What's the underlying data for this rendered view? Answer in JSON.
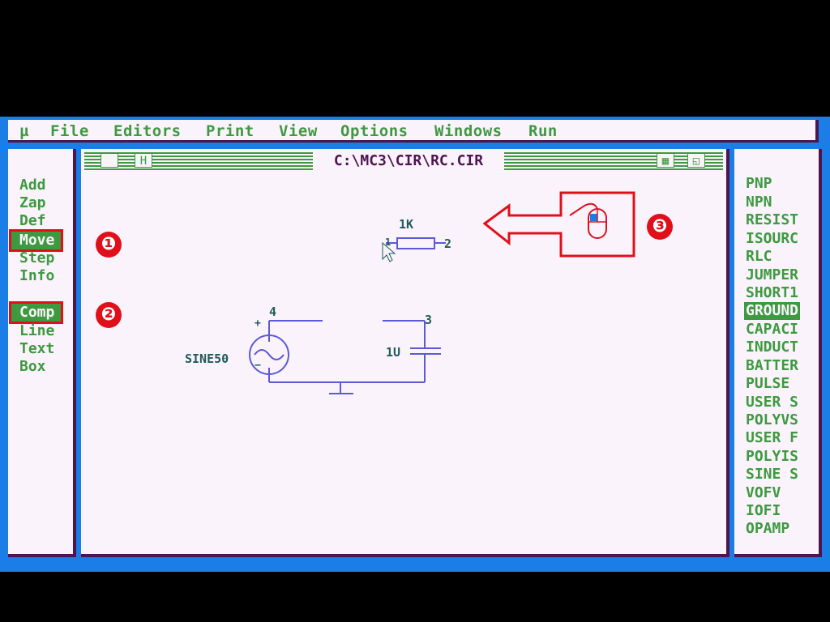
{
  "menubar": {
    "items": [
      "µ",
      "File",
      "Editors",
      "Print",
      "View",
      "Options",
      "Windows",
      "Run"
    ]
  },
  "left_menu": {
    "items": [
      "Add",
      "Zap",
      "Def",
      "Move",
      "Step",
      "Info",
      "Comp",
      "Line",
      "Text",
      "Box"
    ],
    "highlighted": [
      "Move",
      "Comp"
    ]
  },
  "window": {
    "title": "C:\\MC3\\CIR\\RC.CIR"
  },
  "circuit": {
    "resistor_value": "1K",
    "resistor_pin_left": "1",
    "resistor_pin_right": "2",
    "source_name": "SINE50",
    "source_plus": "+",
    "source_minus": "−",
    "node_top_left": "4",
    "node_top_right": "3",
    "capacitor_value": "1U"
  },
  "right_menu": {
    "items": [
      "PNP",
      "NPN",
      "RESIST",
      "ISOURC",
      "RLC",
      "JUMPER",
      "SHORT1",
      "GROUND",
      "CAPACI",
      "INDUCT",
      "BATTER",
      "PULSE",
      "USER S",
      "POLYVS",
      "USER F",
      "POLYIS",
      "SINE S",
      "VOFV",
      "IOFI",
      "OPAMP"
    ],
    "selected": "GROUND"
  },
  "annotations": {
    "badges": [
      "❶",
      "❷",
      "❸"
    ]
  },
  "colors": {
    "menu_text": "#3d9a40",
    "panel_bg": "#fbf3fb",
    "border": "#4d1450",
    "circuit_wire": "#5a5ad6",
    "annotation_red": "#e0101a",
    "screen_blue": "#1a7ee6"
  }
}
